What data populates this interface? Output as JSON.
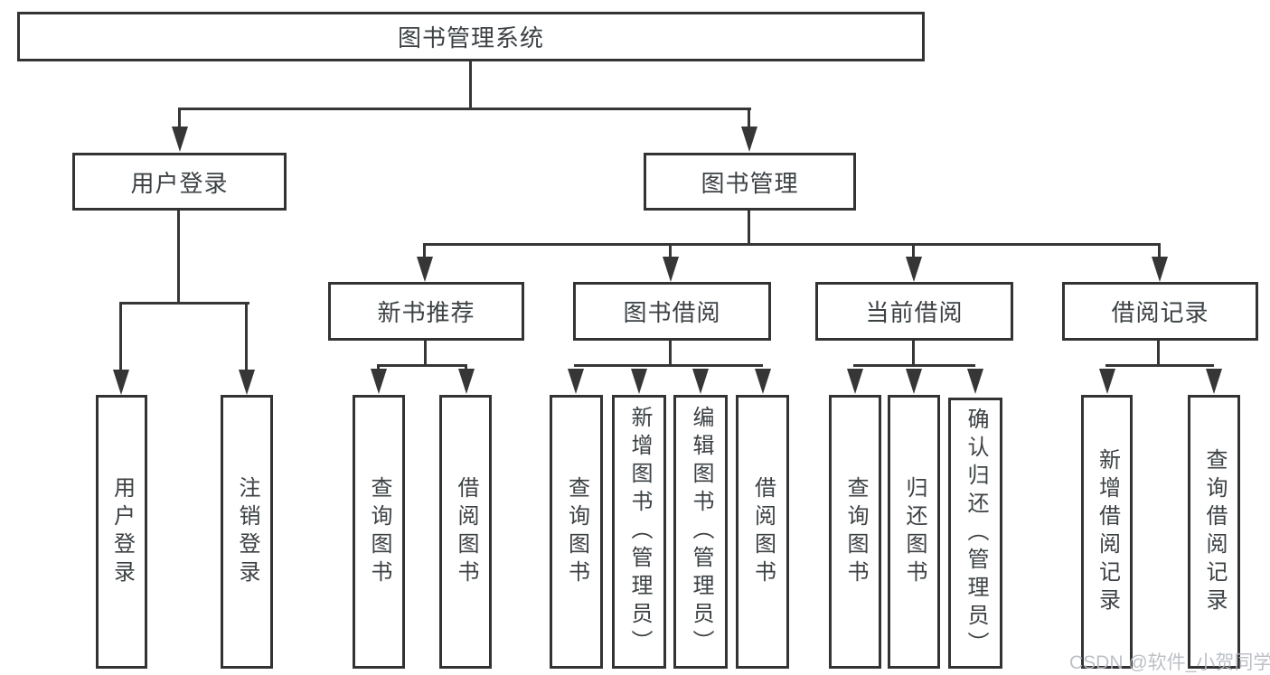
{
  "tree": {
    "label": "图书管理系统",
    "children": [
      {
        "label": "用户登录",
        "children": [
          {
            "label": "用户登录"
          },
          {
            "label": "注销登录"
          }
        ]
      },
      {
        "label": "图书管理",
        "children": [
          {
            "label": "新书推荐",
            "children": [
              {
                "label": "查询图书"
              },
              {
                "label": "借阅图书"
              }
            ]
          },
          {
            "label": "图书借阅",
            "children": [
              {
                "label": "查询图书"
              },
              {
                "label": "新增图书（管理员）"
              },
              {
                "label": "编辑图书（管理员）"
              },
              {
                "label": "借阅图书"
              }
            ]
          },
          {
            "label": "当前借阅",
            "children": [
              {
                "label": "查询图书"
              },
              {
                "label": "归还图书"
              },
              {
                "label": "确认归还（管理员）"
              }
            ]
          },
          {
            "label": "借阅记录",
            "children": [
              {
                "label": "新增借阅记录"
              },
              {
                "label": "查询借阅记录"
              }
            ]
          }
        ]
      }
    ]
  },
  "watermark": {
    "text": "CSDN @软件_小贺同学"
  },
  "colors": {
    "line": "#363636",
    "border": "#333333",
    "text": "#3c4144",
    "watermark": "#b6bac0",
    "background": "#ffffff"
  }
}
